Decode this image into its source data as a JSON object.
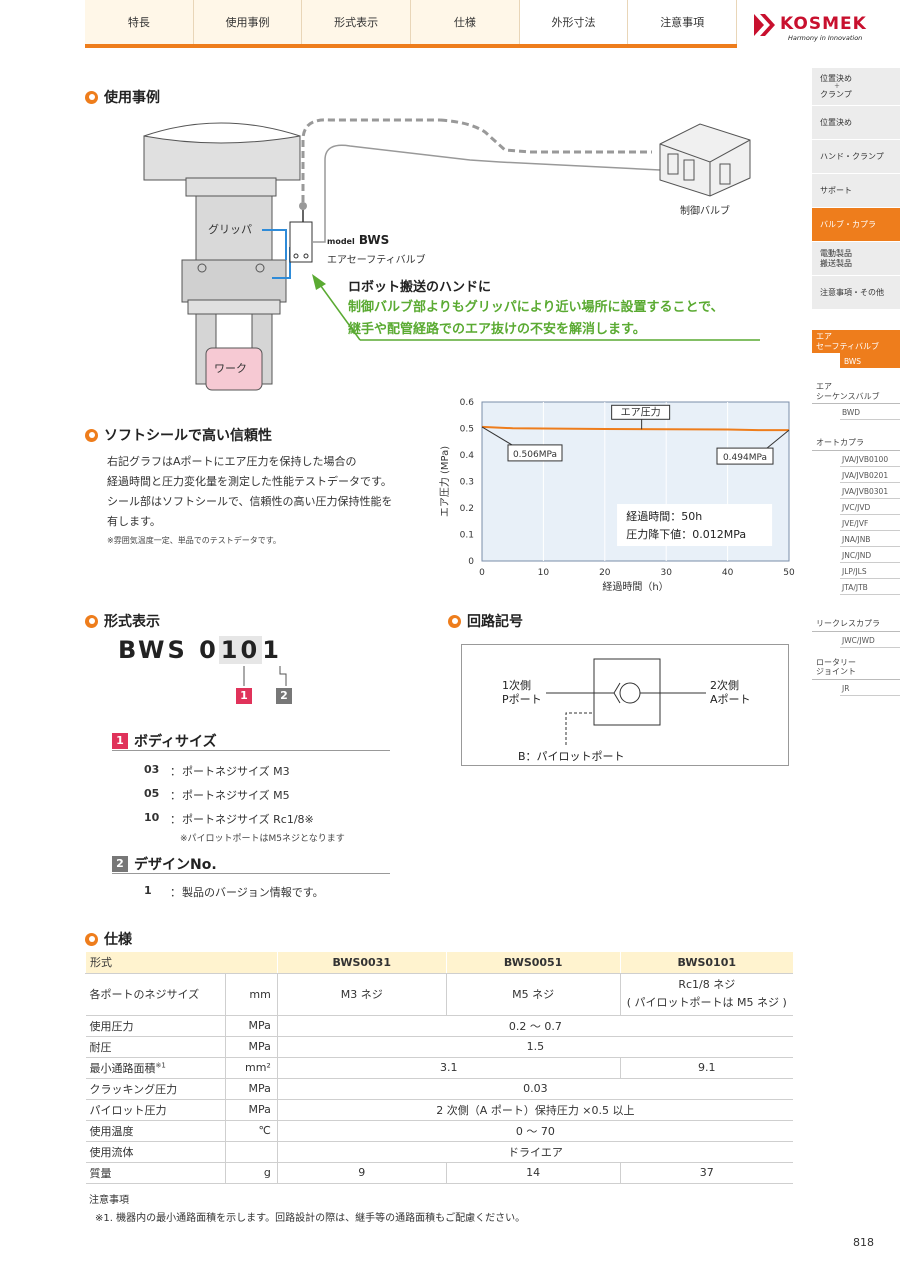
{
  "nav": {
    "tabs": [
      "特長",
      "使用事例",
      "形式表示",
      "仕様",
      "外形寸法",
      "注意事項"
    ],
    "logo_name": "KOSMEK",
    "logo_tagline": "Harmony in Innovation"
  },
  "sidenav": {
    "categories": [
      {
        "line1": "位置決め",
        "line2": "＋",
        "line3": "クランプ"
      },
      {
        "line1": "位置決め"
      },
      {
        "line1": "ハンド・クランプ"
      },
      {
        "line1": "サポート"
      },
      {
        "line1": "バルブ・カプラ"
      },
      {
        "line1": "電動製品",
        "line2": "搬送製品"
      },
      {
        "line1": "注意事項・その他"
      }
    ],
    "sections": [
      {
        "title1": "エア",
        "title2": "セーフティバルブ",
        "items": [
          "BWS"
        ]
      },
      {
        "title1": "エア",
        "title2": "シーケンスバルブ",
        "items": [
          "BWD"
        ]
      },
      {
        "title1": "オートカプラ",
        "items": [
          "JVA/JVB0100",
          "JVA/JVB0201",
          "JVA/JVB0301",
          "JVC/JVD",
          "JVE/JVF",
          "JNA/JNB",
          "JNC/JND",
          "JLP/JLS",
          "JTA/JTB"
        ]
      },
      {
        "title1": "リークレスカプラ",
        "items": [
          "JWC/JWD"
        ]
      },
      {
        "title1": "ロータリー",
        "title2": "ジョイント",
        "items": [
          "JR"
        ]
      }
    ]
  },
  "usage": {
    "heading": "使用事例",
    "gripper_label": "グリッパ",
    "work_label": "ワーク",
    "model_prefix": "model",
    "model_name": "BWS",
    "model_desc": "エアセーフティバルブ",
    "control_valve_label": "制御バルブ",
    "title": "ロボット搬送のハンドに",
    "desc_line1": "制御バルブ部よりもグリッパにより近い場所に設置することで、",
    "desc_line2": "継手や配管経路でのエア抜けの不安を解消します。"
  },
  "reliability": {
    "heading": "ソフトシールで高い信頼性",
    "lines": [
      "右記グラフはAポートにエア圧力を保持した場合の",
      "経過時間と圧力変化量を測定した性能テストデータです。",
      "シール部はソフトシールで、信頼性の高い圧力保持性能を",
      "有します。"
    ],
    "note": "※雰囲気温度一定、単品でのテストデータです。"
  },
  "chart_data": {
    "type": "line",
    "xlabel": "経過時間（h）",
    "ylabel": "エア圧力 (MPa)",
    "xlim": [
      0,
      50
    ],
    "ylim": [
      0,
      0.6
    ],
    "xticks": [
      0,
      10,
      20,
      30,
      40,
      50
    ],
    "yticks": [
      0,
      0.1,
      0.2,
      0.3,
      0.4,
      0.5,
      0.6
    ],
    "grid": true,
    "series": [
      {
        "name": "エア圧力",
        "x": [
          0,
          5,
          10,
          20,
          30,
          40,
          45,
          50
        ],
        "values": [
          0.506,
          0.501,
          0.5,
          0.498,
          0.497,
          0.496,
          0.494,
          0.494
        ]
      }
    ],
    "annotations": {
      "start": "0.506MPa",
      "end": "0.494MPa",
      "info1": "経過時間：50h",
      "info2": "圧力降下値：0.012MPa"
    },
    "color": "#ee7d1c"
  },
  "model": {
    "heading": "形式表示",
    "code_prefix": "BWS 0",
    "code_size": "10",
    "code_design": "1",
    "badge1": "1",
    "badge2": "2",
    "body_title": "ボディサイズ",
    "body_options": [
      {
        "code": "03",
        "sep": "：",
        "desc": "ポートネジサイズ M3"
      },
      {
        "code": "05",
        "sep": "：",
        "desc": "ポートネジサイズ M5"
      },
      {
        "code": "10",
        "sep": "：",
        "desc": "ポートネジサイズ Rc1/8※"
      }
    ],
    "body_note": "※パイロットポートはM5ネジとなります",
    "design_title": "デザインNo.",
    "design_option": {
      "code": "1",
      "sep": "：",
      "desc": "製品のバージョン情報です。"
    }
  },
  "circuit": {
    "heading": "回路記号",
    "p_line1": "1次側",
    "p_line2": "Pポート",
    "a_line1": "2次側",
    "a_line2": "Aポート",
    "pilot": "B：パイロットポート"
  },
  "spec": {
    "heading": "仕様",
    "header": [
      "形式",
      "BWS0031",
      "BWS0051",
      "BWS0101"
    ],
    "rows": [
      {
        "label": "各ポートのネジサイズ",
        "unit": "mm",
        "c1": "M3 ネジ",
        "c2": "M5 ネジ",
        "c3a": "Rc1/8 ネジ",
        "c3b": "( パイロットポートは M5 ネジ )"
      },
      {
        "label": "使用圧力",
        "unit": "MPa",
        "all": "0.2 ～ 0.7"
      },
      {
        "label": "耐圧",
        "unit": "MPa",
        "all": "1.5"
      },
      {
        "label": "最小通路面積",
        "sup": "※1",
        "unit": "mm²",
        "c12": "3.1",
        "c3": "9.1"
      },
      {
        "label": "クラッキング圧力",
        "unit": "MPa",
        "all": "0.03"
      },
      {
        "label": "パイロット圧力",
        "unit": "MPa",
        "all": "2 次側（A ポート）保持圧力 ×0.5 以上"
      },
      {
        "label": "使用温度",
        "unit": "℃",
        "all": "0 ～ 70"
      },
      {
        "label": "使用流体",
        "unit": "",
        "all": "ドライエア"
      },
      {
        "label": "質量",
        "unit": "g",
        "c1": "9",
        "c2": "14",
        "c3": "37"
      }
    ],
    "notes_title": "注意事項",
    "note1": "※1. 機器内の最小通路面積を示します。回路設計の際は、継手等の通路面積もご配慮ください。"
  },
  "page_number": "818"
}
